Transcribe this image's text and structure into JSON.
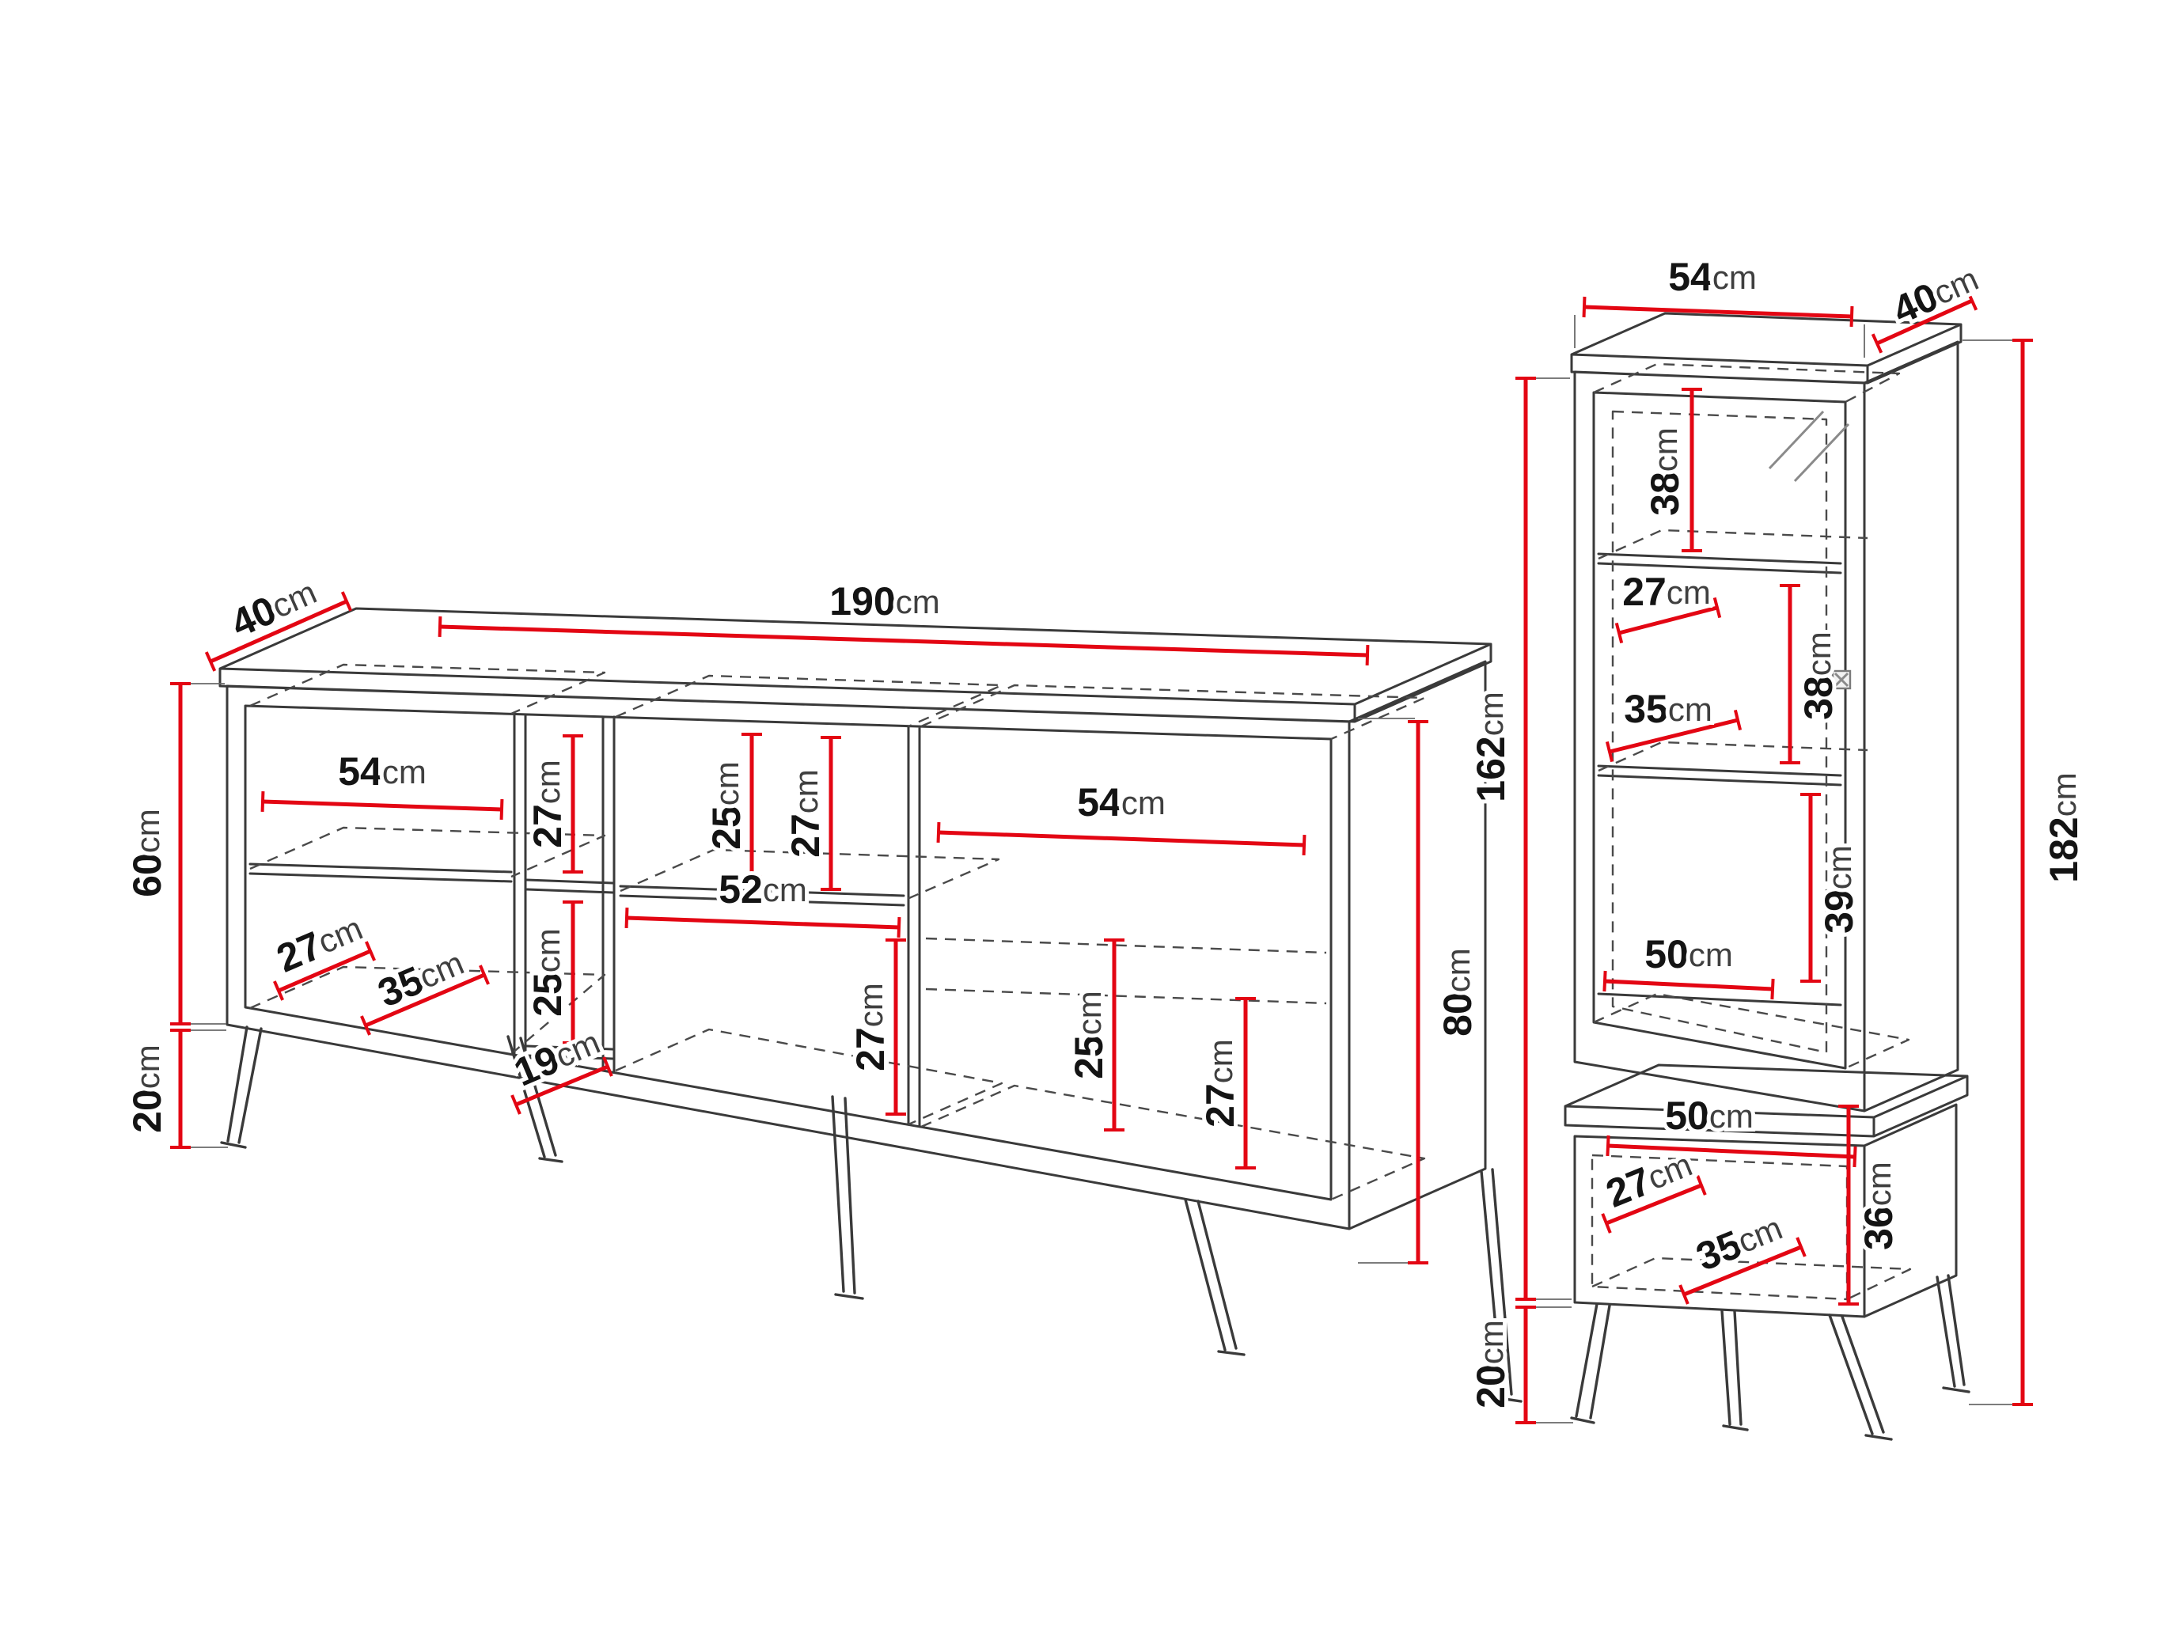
{
  "diagram": {
    "unit": "cm",
    "colors": {
      "dimension_line": "#e30613",
      "outline": "#3a3a3a",
      "hidden_edge": "#4a4a4a"
    }
  },
  "sideboard": {
    "width": {
      "value": "190",
      "unit": "cm"
    },
    "depth": {
      "value": "40",
      "unit": "cm"
    },
    "body_height": {
      "value": "60",
      "unit": "cm"
    },
    "leg_height": {
      "value": "20",
      "unit": "cm"
    },
    "total_height": {
      "value": "80",
      "unit": "cm"
    },
    "left_compartment": {
      "width": {
        "value": "54",
        "unit": "cm"
      },
      "shelf_depth_a": {
        "value": "27",
        "unit": "cm"
      },
      "shelf_depth_b": {
        "value": "35",
        "unit": "cm"
      }
    },
    "middle_column": {
      "upper_niche_height": {
        "value": "27",
        "unit": "cm"
      },
      "lower_niche_height": {
        "value": "25",
        "unit": "cm"
      },
      "niche_width": {
        "value": "19",
        "unit": "cm"
      }
    },
    "center_compartment": {
      "upper_height_a": {
        "value": "25",
        "unit": "cm"
      },
      "upper_height_b": {
        "value": "27",
        "unit": "cm"
      },
      "width": {
        "value": "52",
        "unit": "cm"
      },
      "lower_height": {
        "value": "27",
        "unit": "cm"
      }
    },
    "right_compartment": {
      "width": {
        "value": "54",
        "unit": "cm"
      },
      "height_a": {
        "value": "25",
        "unit": "cm"
      },
      "height_b": {
        "value": "27",
        "unit": "cm"
      }
    }
  },
  "cabinet": {
    "width": {
      "value": "54",
      "unit": "cm"
    },
    "depth": {
      "value": "40",
      "unit": "cm"
    },
    "body_height": {
      "value": "162",
      "unit": "cm"
    },
    "leg_height": {
      "value": "20",
      "unit": "cm"
    },
    "total_height": {
      "value": "182",
      "unit": "cm"
    },
    "upper_section": {
      "niche1_height": {
        "value": "38",
        "unit": "cm"
      },
      "shelf_depth_a": {
        "value": "27",
        "unit": "cm"
      },
      "niche2_height": {
        "value": "38",
        "unit": "cm"
      },
      "shelf_depth_b": {
        "value": "35",
        "unit": "cm"
      },
      "niche3_height": {
        "value": "39",
        "unit": "cm"
      },
      "inner_width": {
        "value": "50",
        "unit": "cm"
      }
    },
    "base_unit": {
      "width": {
        "value": "50",
        "unit": "cm"
      },
      "depth_a": {
        "value": "27",
        "unit": "cm"
      },
      "depth_b": {
        "value": "35",
        "unit": "cm"
      },
      "height": {
        "value": "36",
        "unit": "cm"
      }
    }
  }
}
